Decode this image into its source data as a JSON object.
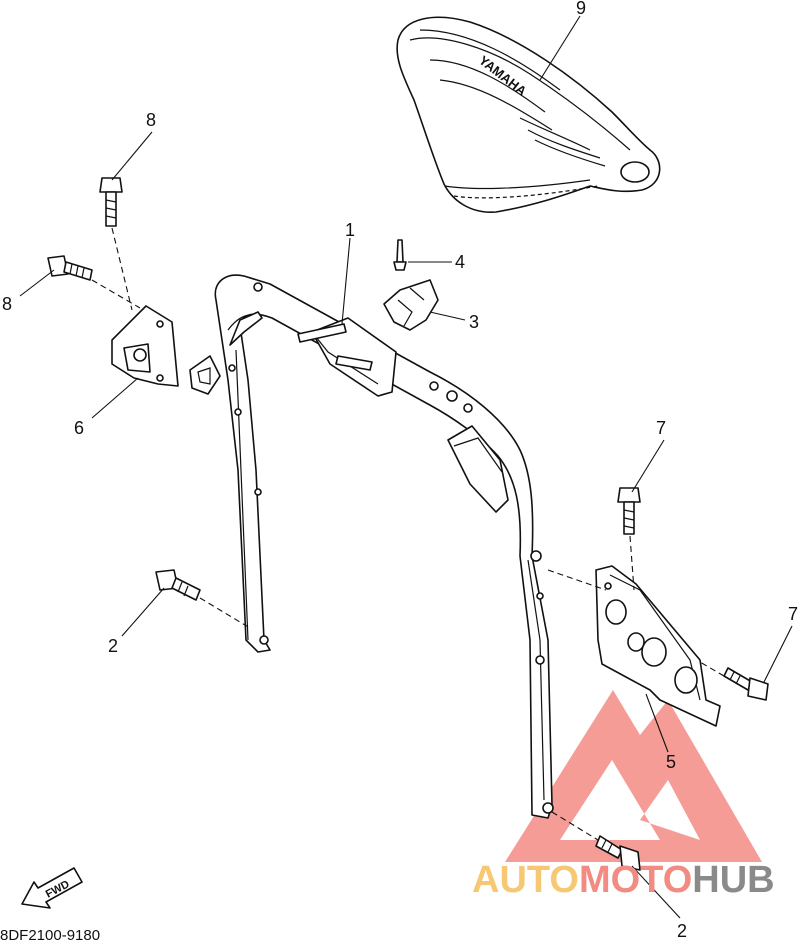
{
  "diagram": {
    "callouts": [
      {
        "id": "c9",
        "label": "9"
      },
      {
        "id": "c1",
        "label": "1"
      },
      {
        "id": "c4",
        "label": "4"
      },
      {
        "id": "c3",
        "label": "3"
      },
      {
        "id": "c8a",
        "label": "8"
      },
      {
        "id": "c8b",
        "label": "8"
      },
      {
        "id": "c6",
        "label": "6"
      },
      {
        "id": "c7a",
        "label": "7"
      },
      {
        "id": "c7b",
        "label": "7"
      },
      {
        "id": "c5",
        "label": "5"
      },
      {
        "id": "c2a",
        "label": "2"
      },
      {
        "id": "c2b",
        "label": "2"
      }
    ],
    "seat_brand": "YAMAHA",
    "fwd_label": "FWD",
    "diagram_code": "8DF2100-9180"
  },
  "watermark": {
    "auto": "AUTO",
    "moto": "MOTO",
    "hub": "HUB",
    "colors": {
      "triangle": "#f28b82",
      "auto": "#f7c873",
      "moto": "#f28b82",
      "hub": "#8a8a8a"
    }
  }
}
